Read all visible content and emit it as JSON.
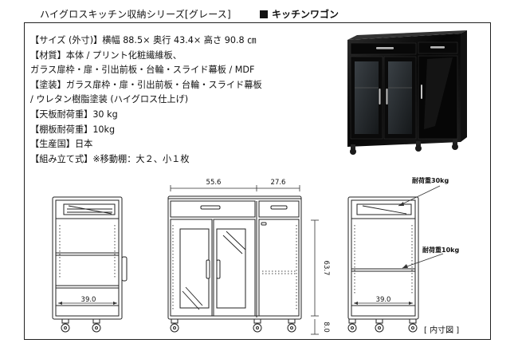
{
  "header": {
    "series": "ハイグロスキッチン収納シリーズ[グレース]",
    "product": "キッチンワゴン"
  },
  "specs": [
    "【サイズ (外寸)】横幅 88.5× 奥行 43.4× 高さ 90.8 ㎝",
    "【材質】本体 / プリント化粧繊維板、",
    "ガラス扉枠・扉・引出前板・台輪・スライド幕板 / MDF",
    "【塗装】ガラス扉枠・扉・引出前板・台輪・スライド幕板",
    "/ ウレタン樹脂塗装 (ハイグロス仕上げ)",
    "【天板耐荷重】30 kg",
    "【棚板耐荷重】10kg",
    "【生産国】日本",
    "【組み立て式】※移動棚：大２、小１枚"
  ],
  "dimensions": {
    "side_inner_width": "39.0",
    "front_left_width": "55.6",
    "front_right_width": "27.6",
    "body_height": "63.7",
    "caster_height": "8.0",
    "back_inner_width": "39.0",
    "top_load": "耐荷重30kg",
    "shelf_load": "耐荷重10kg"
  },
  "caption": "[ 内寸図 ]",
  "colors": {
    "cabinet": "#0b0b0b",
    "line": "#222222",
    "glass": "#2a2f33"
  }
}
